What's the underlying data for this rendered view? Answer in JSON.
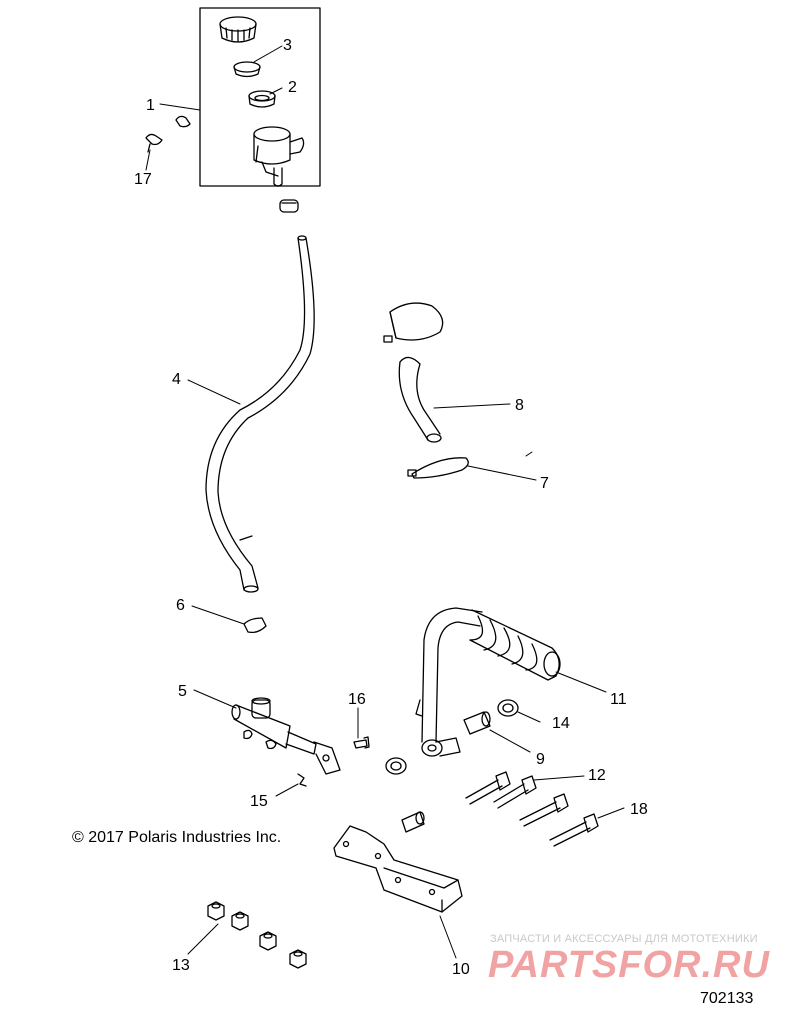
{
  "diagram": {
    "callouts": [
      "1",
      "2",
      "3",
      "4",
      "5",
      "6",
      "7",
      "8",
      "9",
      "10",
      "11",
      "12",
      "13",
      "14",
      "15",
      "16",
      "17",
      "18"
    ],
    "copyright": "© 2017 Polaris Industries Inc.",
    "doc_number": "702133",
    "watermark": {
      "tagline": "ЗАПЧАСТИ И АКСЕССУАРЫ ДЛЯ МОТОТЕХНИКИ",
      "logo": "PARTSFOR.RU"
    },
    "colors": {
      "line": "#000000",
      "watermark_red": "#f1a3a3",
      "watermark_grey": "#c9c9c9"
    }
  }
}
